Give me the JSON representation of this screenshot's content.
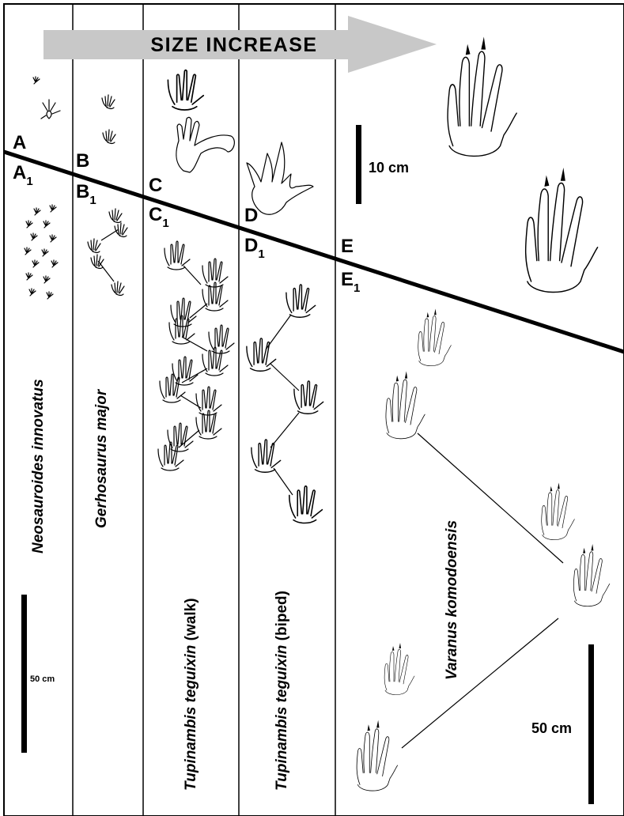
{
  "figure": {
    "banner_text": "SIZE INCREASE",
    "row_labels_top": [
      {
        "letter": "A",
        "sub": ""
      },
      {
        "letter": "B",
        "sub": ""
      },
      {
        "letter": "C",
        "sub": ""
      },
      {
        "letter": "D",
        "sub": ""
      },
      {
        "letter": "E",
        "sub": ""
      }
    ],
    "row_labels_bottom": [
      {
        "letter": "A",
        "sub": "1"
      },
      {
        "letter": "B",
        "sub": "1"
      },
      {
        "letter": "C",
        "sub": "1"
      },
      {
        "letter": "D",
        "sub": "1"
      },
      {
        "letter": "E",
        "sub": "1"
      }
    ],
    "species": [
      {
        "name": "Neosauroides innovatus",
        "suffix": ""
      },
      {
        "name": "Gerhosaurus major",
        "suffix": ""
      },
      {
        "name": "Tupinambis teguixin",
        "suffix": " (walk)"
      },
      {
        "name": "Tupinambis teguixin",
        "suffix": " (biped)"
      },
      {
        "name": "Varanus komodoensis",
        "suffix": ""
      }
    ],
    "scale_bars": [
      {
        "label": "10 cm"
      },
      {
        "label": "50 cm"
      },
      {
        "label": "50 cm"
      }
    ],
    "colors": {
      "ink": "#000000",
      "arrow_fill": "#c8c8c8",
      "background": "#ffffff"
    }
  }
}
